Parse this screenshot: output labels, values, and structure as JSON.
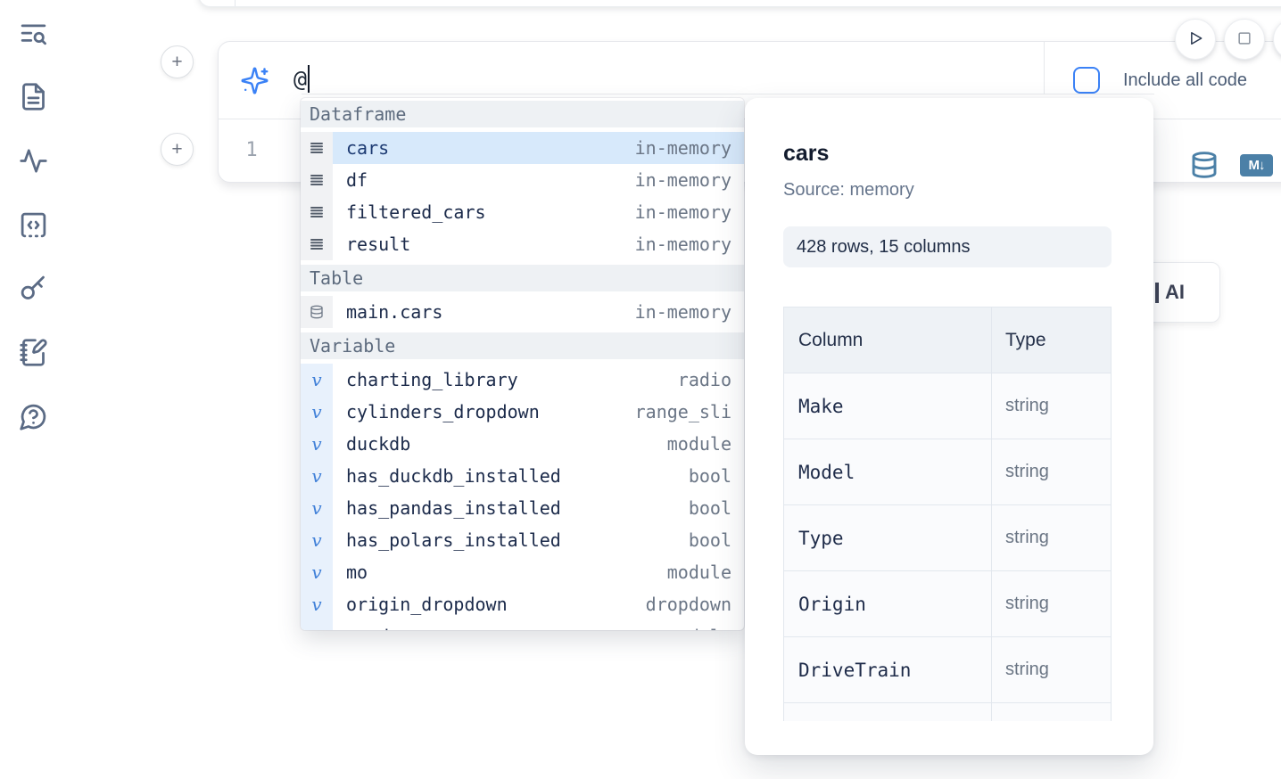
{
  "icons": {
    "sidebar": [
      "text-search-icon",
      "file-text-icon",
      "activity-icon",
      "code-square-icon",
      "key-icon",
      "notebook-pen-icon",
      "help-chat-icon"
    ],
    "prompt": "sparkles-ai-icon",
    "cell_footer": [
      "database-icon",
      "markdown-icon"
    ],
    "run_controls": [
      "play-icon",
      "stop-icon"
    ]
  },
  "colors": {
    "accent_blue": "#3b82f6",
    "steel_blue": "#4b80a7",
    "selection_bg": "#d7e9fb",
    "icon_slate": "#5b6b85"
  },
  "prompt": {
    "value": "@",
    "include_all_code_label": "Include all code"
  },
  "cell": {
    "line_number": "1",
    "markdown_badge": "M↓"
  },
  "ai_button": {
    "label": "AI"
  },
  "autocomplete": {
    "sections": [
      {
        "label": "Dataframe",
        "items": [
          {
            "name": "cars",
            "type": "in-memory",
            "selected": true
          },
          {
            "name": "df",
            "type": "in-memory"
          },
          {
            "name": "filtered_cars",
            "type": "in-memory"
          },
          {
            "name": "result",
            "type": "in-memory"
          }
        ]
      },
      {
        "label": "Table",
        "items": [
          {
            "name": "main.cars",
            "type": "in-memory"
          }
        ]
      },
      {
        "label": "Variable",
        "items": [
          {
            "name": "charting_library",
            "type": "radio"
          },
          {
            "name": "cylinders_dropdown",
            "type": "range_sli"
          },
          {
            "name": "duckdb",
            "type": "module"
          },
          {
            "name": "has_duckdb_installed",
            "type": "bool"
          },
          {
            "name": "has_pandas_installed",
            "type": "bool"
          },
          {
            "name": "has_polars_installed",
            "type": "bool"
          },
          {
            "name": "mo",
            "type": "module"
          },
          {
            "name": "origin_dropdown",
            "type": "dropdown"
          },
          {
            "name": "pandas",
            "type": "module"
          }
        ]
      }
    ]
  },
  "preview": {
    "title": "cars",
    "source": "Source: memory",
    "shape": "428 rows, 15 columns",
    "table": {
      "headers": {
        "column": "Column",
        "type": "Type"
      },
      "rows": [
        {
          "column": "Make",
          "type": "string"
        },
        {
          "column": "Model",
          "type": "string"
        },
        {
          "column": "Type",
          "type": "string"
        },
        {
          "column": "Origin",
          "type": "string"
        },
        {
          "column": "DriveTrain",
          "type": "string"
        }
      ]
    }
  }
}
